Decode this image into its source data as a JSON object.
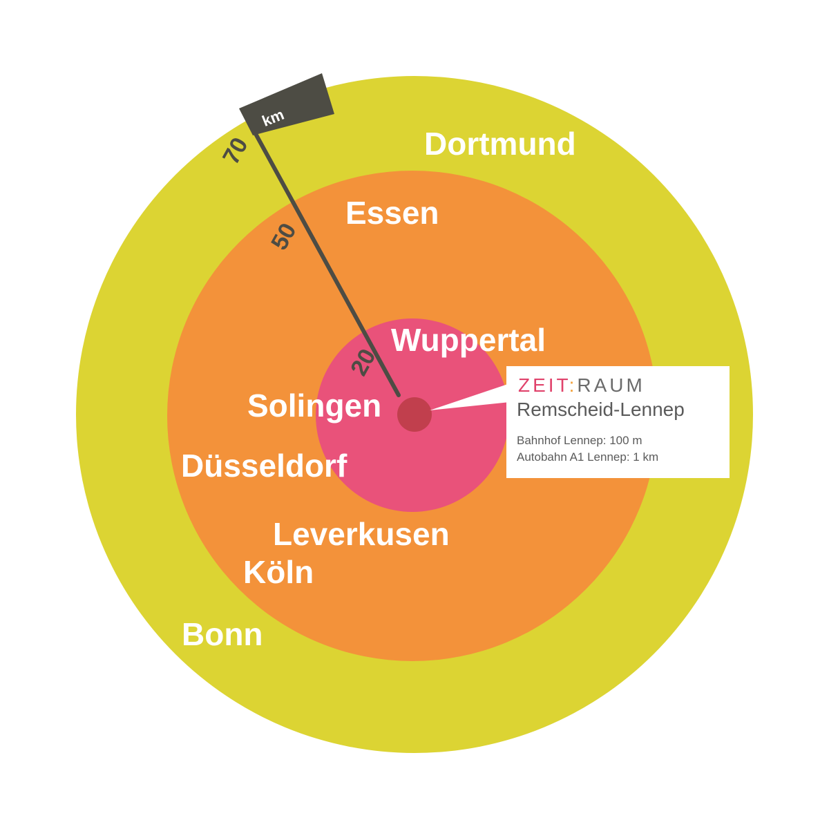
{
  "rings": {
    "outer_color": "#dcd433",
    "middle_color": "#f3923a",
    "inner_color": "#e9527a",
    "center_color": "#c13f4d"
  },
  "cities": {
    "dortmund": "Dortmund",
    "essen": "Essen",
    "wuppertal": "Wuppertal",
    "solingen": "Solingen",
    "duesseldorf": "Düsseldorf",
    "leverkusen": "Leverkusen",
    "koeln": "Köln",
    "bonn": "Bonn"
  },
  "scale": {
    "unit": "km",
    "ticks": [
      "20",
      "50",
      "70"
    ],
    "pole_color": "#4d4c44"
  },
  "callout": {
    "brand_part1": "ZEIT",
    "brand_sep": ":",
    "brand_part2": "RAUM",
    "brand_color1": "#e0426b",
    "brand_color2": "#f3a13a",
    "brand_color3": "#6b6b6b",
    "place": "Remscheid-Lennep",
    "line1": "Bahnhof Lennep: 100 m",
    "line2": "Autobahn A1 Lennep: 1 km"
  }
}
